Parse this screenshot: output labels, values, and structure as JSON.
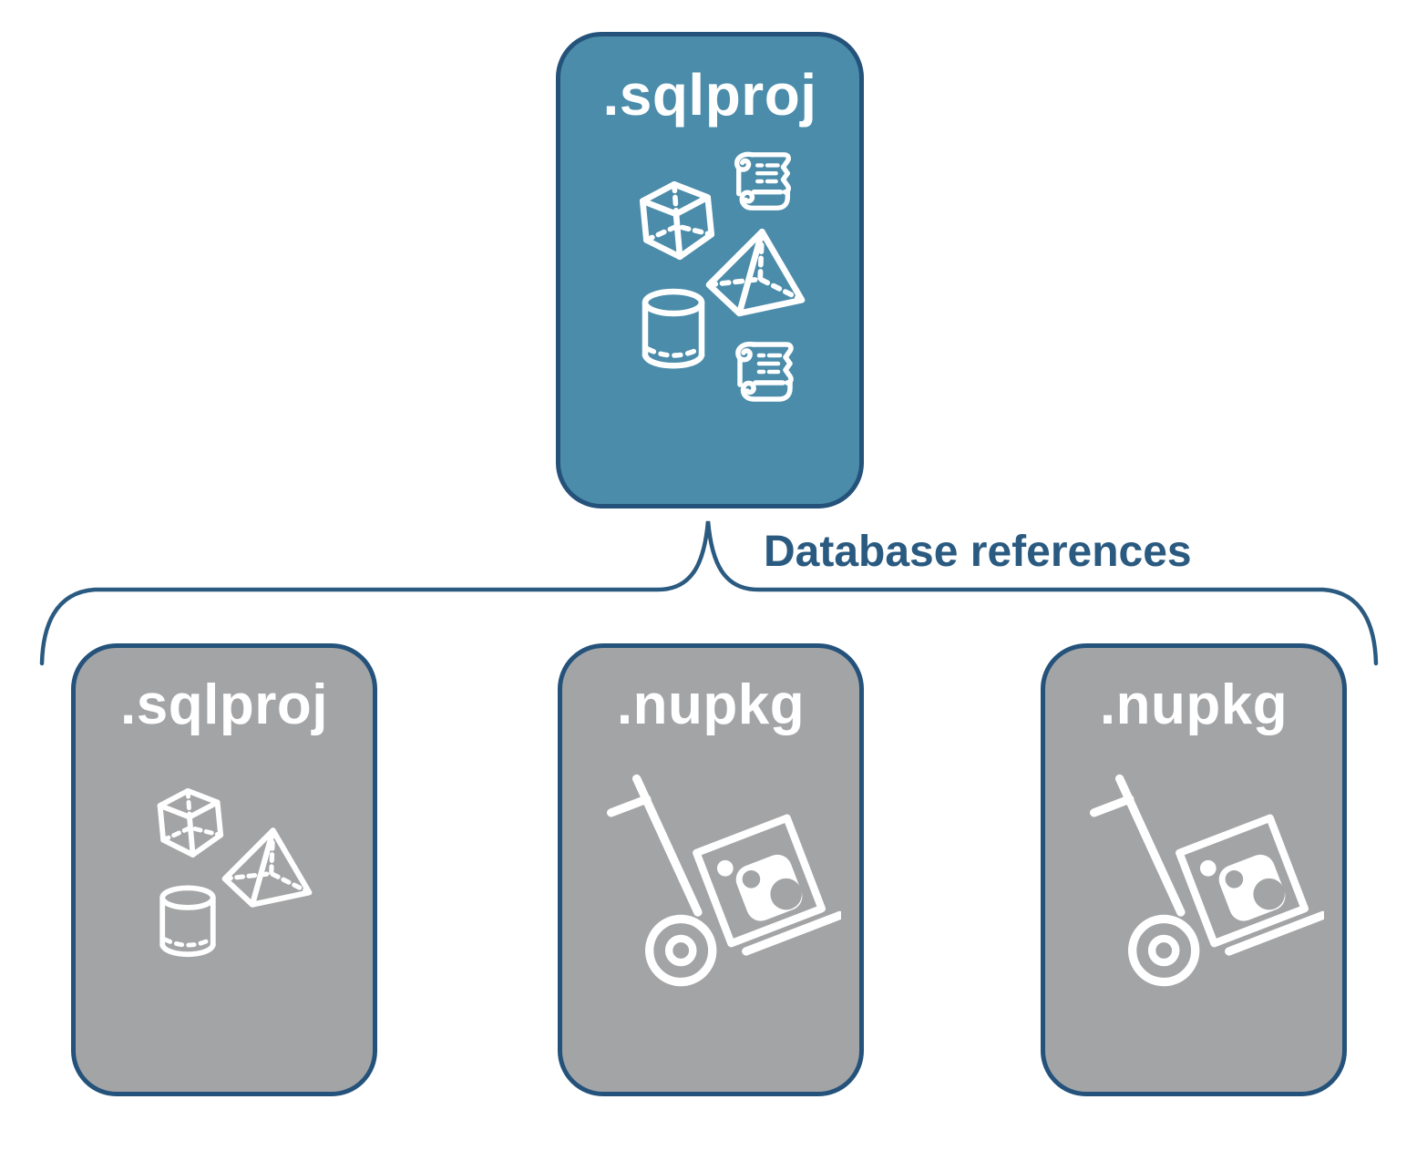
{
  "page": {
    "background": "#ffffff",
    "description": "Diagram of a SQL database project referencing other projects and packages"
  },
  "root_card": {
    "label": ".sqlproj",
    "fill_color": "#4a8caa",
    "icons": [
      "scroll-icon",
      "cube-icon",
      "pyramid-icon",
      "cylinder-icon",
      "scroll-icon"
    ]
  },
  "connector": {
    "label": "Database references",
    "line_color": "#2a5a80",
    "text_color": "#2a5a80"
  },
  "child_cards": [
    {
      "label": ".sqlproj",
      "fill_color": "#a3a4a6",
      "icons": [
        "cube-icon",
        "pyramid-icon",
        "cylinder-icon"
      ]
    },
    {
      "label": ".nupkg",
      "fill_color": "#a3a4a6",
      "icons": [
        "nuget-package-handtruck-icon"
      ]
    },
    {
      "label": ".nupkg",
      "fill_color": "#a3a4a6",
      "icons": [
        "nuget-package-handtruck-icon"
      ]
    }
  ],
  "colors": {
    "card_border": "#24527a",
    "icon_stroke": "#ffffff",
    "label_text": "#ffffff"
  }
}
